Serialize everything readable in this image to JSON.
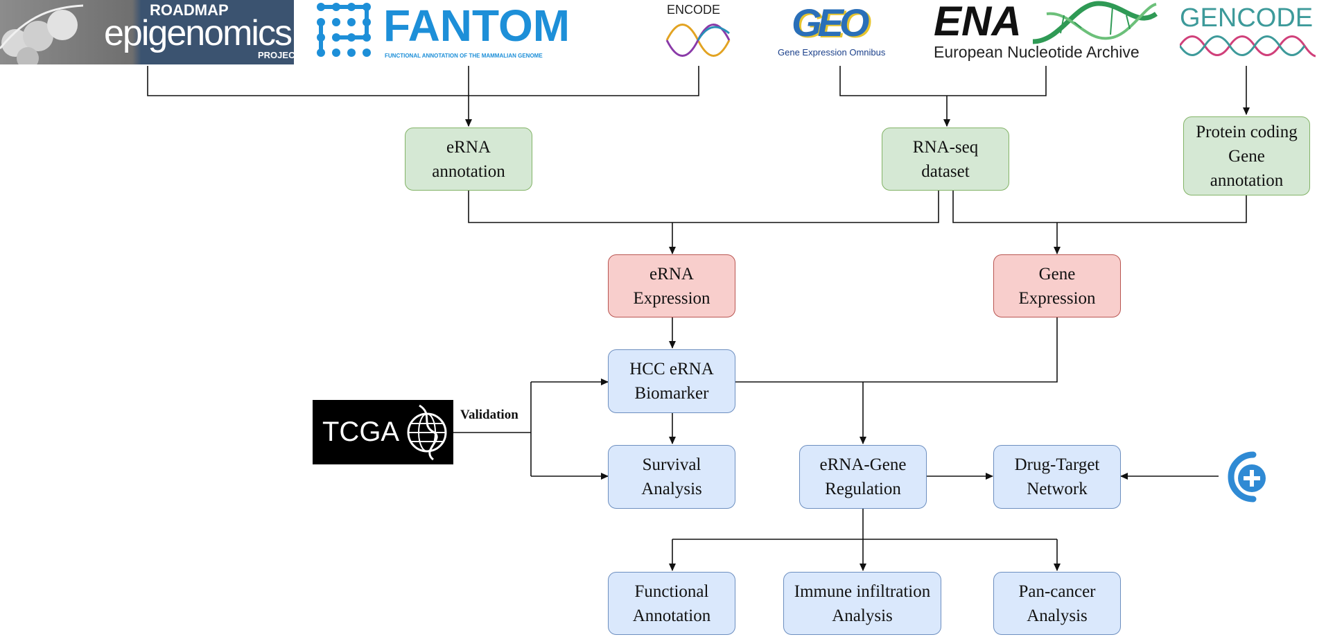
{
  "logos": {
    "roadmap": {
      "line1": "ROADMAP",
      "line2": "epigenomics",
      "line3": "PROJECT"
    },
    "fantom": {
      "name": "FANTOM",
      "tagline": "FUNCTIONAL ANNOTATION OF THE MAMMALIAN GENOME"
    },
    "encode": {
      "name": "ENCODE"
    },
    "geo": {
      "name": "GEO",
      "tagline": "Gene Expression Omnibus"
    },
    "ena": {
      "name": "ENA",
      "tagline": "European Nucleotide Archive"
    },
    "gencode": {
      "name": "GENCODE"
    },
    "tcga": {
      "name": "TCGA"
    }
  },
  "nodes": {
    "erna_annotation": {
      "line1": "eRNA",
      "line2": "annotation"
    },
    "rnaseq_dataset": {
      "line1": "RNA-seq",
      "line2": "dataset"
    },
    "protein_coding": {
      "line1": "Protein coding",
      "line2": "Gene",
      "line3": "annotation"
    },
    "erna_expression": {
      "line1": "eRNA",
      "line2": "Expression"
    },
    "gene_expression": {
      "line1": "Gene",
      "line2": "Expression"
    },
    "hcc_biomarker": {
      "line1": "HCC eRNA",
      "line2": "Biomarker"
    },
    "survival": {
      "line1": "Survival",
      "line2": "Analysis"
    },
    "erna_gene_reg": {
      "line1": "eRNA-Gene",
      "line2": "Regulation"
    },
    "drug_target": {
      "line1": "Drug-Target",
      "line2": "Network"
    },
    "functional": {
      "line1": "Functional",
      "line2": "Annotation"
    },
    "immune": {
      "line1": "Immune infiltration",
      "line2": "Analysis"
    },
    "pancancer": {
      "line1": "Pan-cancer",
      "line2": "Analysis"
    }
  },
  "edges": {
    "validation_label": "Validation"
  },
  "colors": {
    "green_fill": "#d5e8d4",
    "green_stroke": "#82b366",
    "red_fill": "#f8cecc",
    "red_stroke": "#b85450",
    "blue_fill": "#dae8fc",
    "blue_stroke": "#6c8ebf",
    "fantom_blue": "#1d8fd8",
    "gencode_teal": "#3d9a9a",
    "gencode_pink": "#d0407a",
    "drugbank_blue": "#2f8ad4"
  }
}
